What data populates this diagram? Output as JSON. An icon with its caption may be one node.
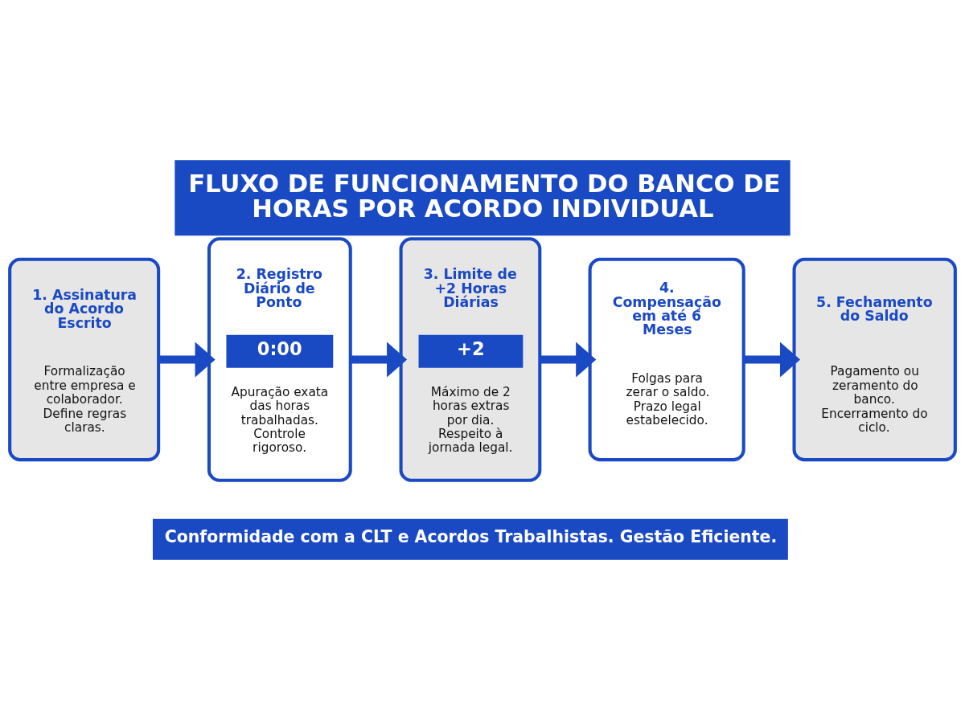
{
  "diagram": {
    "title": "FLUXO DE FUNCIONAMENTO DO BANCO DE HORAS POR ACORDO INDIVIDUAL",
    "caption": "Conformidade com a CLT e Acordos Trabalhistas. Gestão Eficiente.",
    "nodes": [
      {
        "text": [
          "1. Assinatura do Acordo Escrito",
          "Formalização entre empresa e colaborador. Define regras claras."
        ]
      },
      {
        "text": [
          "2. Registro Diário de Ponto",
          "0:00",
          "Apuração exata das horas trabalhadas. Controle rigoroso."
        ]
      },
      {
        "text": [
          "3. Limite de +2 Horas Diárias",
          "+2",
          "Máximo de 2 horas extras por dia. Respeito à jornada legal."
        ]
      },
      {
        "text": [
          "4. Compensação em até 6 Meses",
          "Folgas para zerar o saldo. Prazo legal estabelecido."
        ]
      },
      {
        "text": [
          "5. Fechamento do Saldo",
          "Pagamento ou zeramento do banco. Encerramento do ciclo."
        ]
      }
    ],
    "edges": [
      {
        "from": 0,
        "to": 1,
        "arrow": "to"
      },
      {
        "from": 1,
        "to": 2,
        "arrow": "to"
      },
      {
        "from": 2,
        "to": 3,
        "arrow": "to"
      },
      {
        "from": 3,
        "to": 4,
        "arrow": "to"
      }
    ]
  }
}
